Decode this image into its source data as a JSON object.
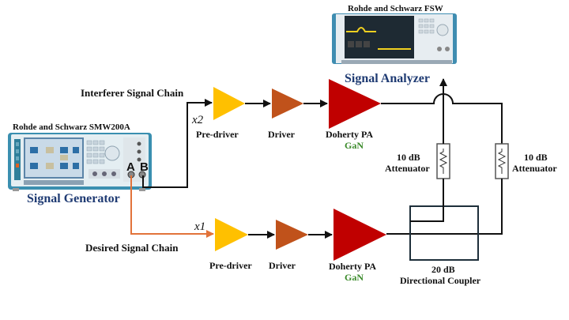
{
  "generator": {
    "model_label": "Rohde and Schwarz SMW200A",
    "caption": "Signal Generator",
    "port_a": "A",
    "port_b": "B"
  },
  "analyzer": {
    "model_label": "Rohde and Schwarz FSW",
    "caption": "Signal Analyzer"
  },
  "interferer_chain": {
    "label": "Interferer Signal Chain",
    "multiplier": "x2",
    "stages": [
      {
        "name": "Pre-driver",
        "color": "#ffc000"
      },
      {
        "name": "Driver",
        "color": "#c0521b"
      },
      {
        "name": "Doherty PA",
        "sub": "GaN",
        "color": "#c00000"
      }
    ]
  },
  "desired_chain": {
    "label": "Desired Signal Chain",
    "multiplier": "x1",
    "stages": [
      {
        "name": "Pre-driver",
        "color": "#ffc000"
      },
      {
        "name": "Driver",
        "color": "#c0521b"
      },
      {
        "name": "Doherty PA",
        "sub": "GaN",
        "color": "#c00000"
      }
    ]
  },
  "attenuators": [
    {
      "value": "10 dB",
      "name": "Attenuator"
    },
    {
      "value": "10 dB",
      "name": "Attenuator"
    }
  ],
  "coupler": {
    "value": "20 dB",
    "name": "Directional Coupler"
  },
  "colors": {
    "desired_wire": "#e2733a",
    "wire": "#111111",
    "gan_text": "#3a8a2a",
    "caption_blue": "#1f3b73"
  }
}
